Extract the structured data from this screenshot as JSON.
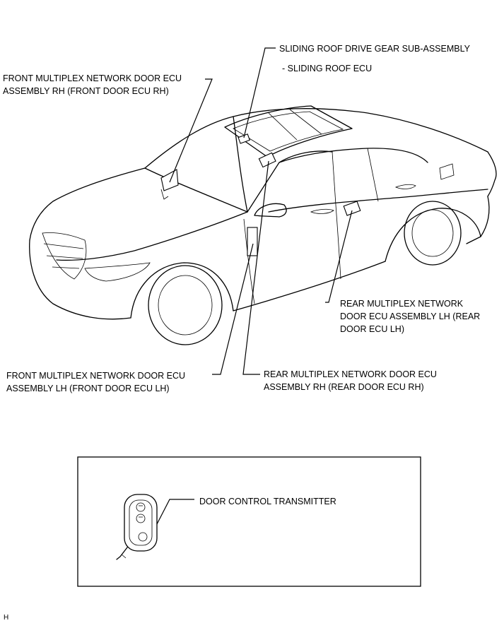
{
  "labels": {
    "sliding_roof_gear": "SLIDING ROOF DRIVE GEAR SUB-ASSEMBLY",
    "sliding_roof_ecu": "- SLIDING ROOF ECU",
    "front_rh_line1": "FRONT MULTIPLEX NETWORK DOOR ECU",
    "front_rh_line2": "ASSEMBLY RH (FRONT DOOR ECU RH)",
    "rear_lh_line1": "REAR MULTIPLEX NETWORK",
    "rear_lh_line2": "DOOR ECU ASSEMBLY LH (REAR",
    "rear_lh_line3": "DOOR ECU LH)",
    "front_lh_line1": "FRONT MULTIPLEX NETWORK DOOR ECU",
    "front_lh_line2": "ASSEMBLY LH (FRONT DOOR ECU LH)",
    "rear_rh_line1": "REAR MULTIPLEX NETWORK DOOR ECU",
    "rear_rh_line2": "ASSEMBLY RH (REAR DOOR ECU RH)",
    "door_control_transmitter": "DOOR CONTROL TRANSMITTER"
  },
  "footer_code": "H"
}
